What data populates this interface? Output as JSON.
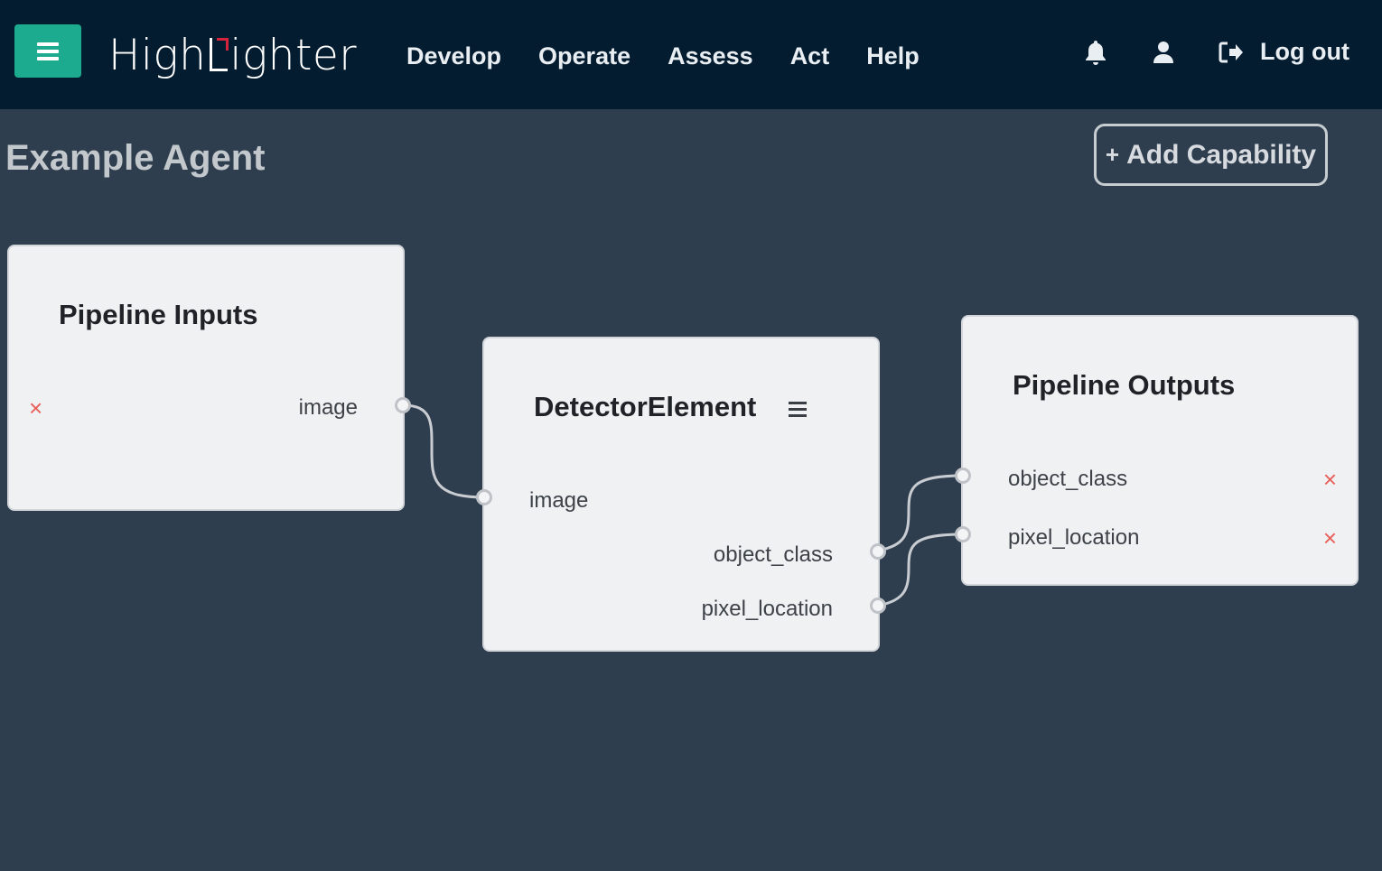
{
  "header": {
    "logo_text_a": "High",
    "logo_text_b": "ighter",
    "nav": [
      "Develop",
      "Operate",
      "Assess",
      "Act",
      "Help"
    ],
    "logout_label": "Log out"
  },
  "page": {
    "title": "Example Agent",
    "add_capability_plus": "+",
    "add_capability_label": "Add Capability"
  },
  "nodes": {
    "inputs": {
      "title": "Pipeline Inputs",
      "ports": [
        "image"
      ],
      "delete_symbol": "×"
    },
    "detector": {
      "title": "DetectorElement",
      "inputs": [
        "image"
      ],
      "outputs": [
        "object_class",
        "pixel_location"
      ]
    },
    "outputs": {
      "title": "Pipeline Outputs",
      "ports": [
        "object_class",
        "pixel_location"
      ],
      "delete_symbol": "×"
    }
  }
}
